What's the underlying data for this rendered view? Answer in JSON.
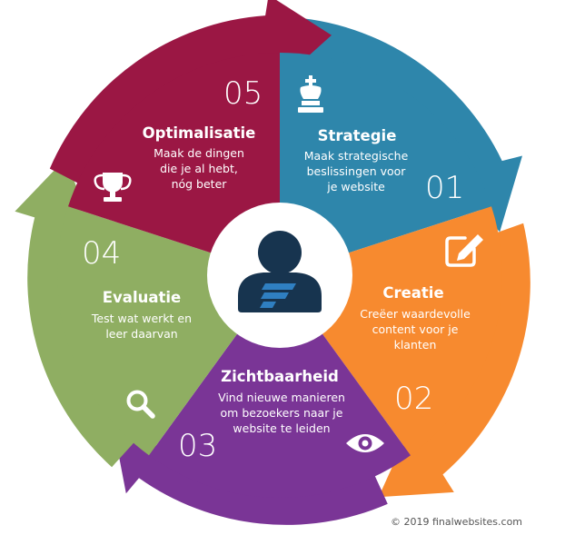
{
  "colors": {
    "strategie": "#2e86ab",
    "creatie": "#f78a2f",
    "zichtbaarheid": "#7a3596",
    "evaluatie": "#8fae62",
    "optimalisatie": "#9b1744",
    "avatar": "#17344f"
  },
  "segments": {
    "strategie": {
      "number": "01",
      "title": "Strategie",
      "desc": [
        "Maak strategische",
        "beslissingen voor",
        "je website"
      ],
      "icon": "chess-king-icon"
    },
    "creatie": {
      "number": "02",
      "title": "Creatie",
      "desc": [
        "Creëer waardevolle",
        "content voor je",
        "klanten"
      ],
      "icon": "edit-icon"
    },
    "zichtbaarheid": {
      "number": "03",
      "title": "Zichtbaarheid",
      "desc": [
        "Vind nieuwe manieren",
        "om bezoekers naar je",
        "website te leiden"
      ],
      "icon": "eye-icon"
    },
    "evaluatie": {
      "number": "04",
      "title": "Evaluatie",
      "desc": [
        "Test wat werkt en",
        "leer daarvan"
      ],
      "icon": "search-icon"
    },
    "optimalisatie": {
      "number": "05",
      "title": "Optimalisatie",
      "desc": [
        "Maak de dingen",
        "die je al hebt,",
        "nóg beter"
      ],
      "icon": "trophy-icon"
    }
  },
  "center": {
    "icon": "user-avatar-icon"
  },
  "copyright": "© 2019 finalwebsites.com"
}
